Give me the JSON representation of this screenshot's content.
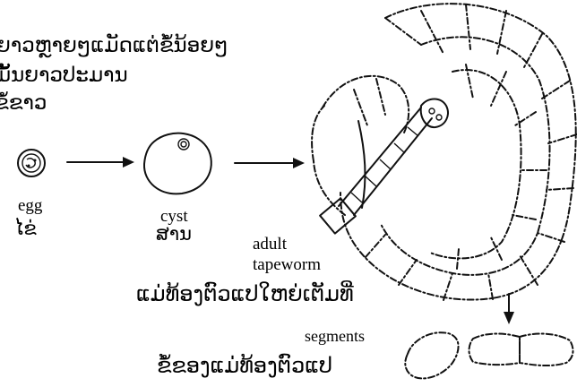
{
  "caption_top": {
    "line1": "ຍາວຫຼາຍໆແມັດແຕ່ຂໍ້ນ້ອຍໆ",
    "line2": "ມັ້ນຍາວປະມານ",
    "line3": "ຂໍ້ຂາວ"
  },
  "stages": {
    "egg_en": "egg",
    "egg_lo": "ໄຂ່",
    "cyst_en": "cyst",
    "cyst_lo": "ສານ",
    "adult_en1": "adult",
    "adult_en2": "tapeworm",
    "adult_lo": "ແມ່ທ້ອງຕົວແປໃຫຍ່ເຕັມທີ່",
    "segments_en": "segments",
    "segments_lo": "ຂໍ້ຂອງແມ່ທ້ອງຕົວແປ"
  }
}
